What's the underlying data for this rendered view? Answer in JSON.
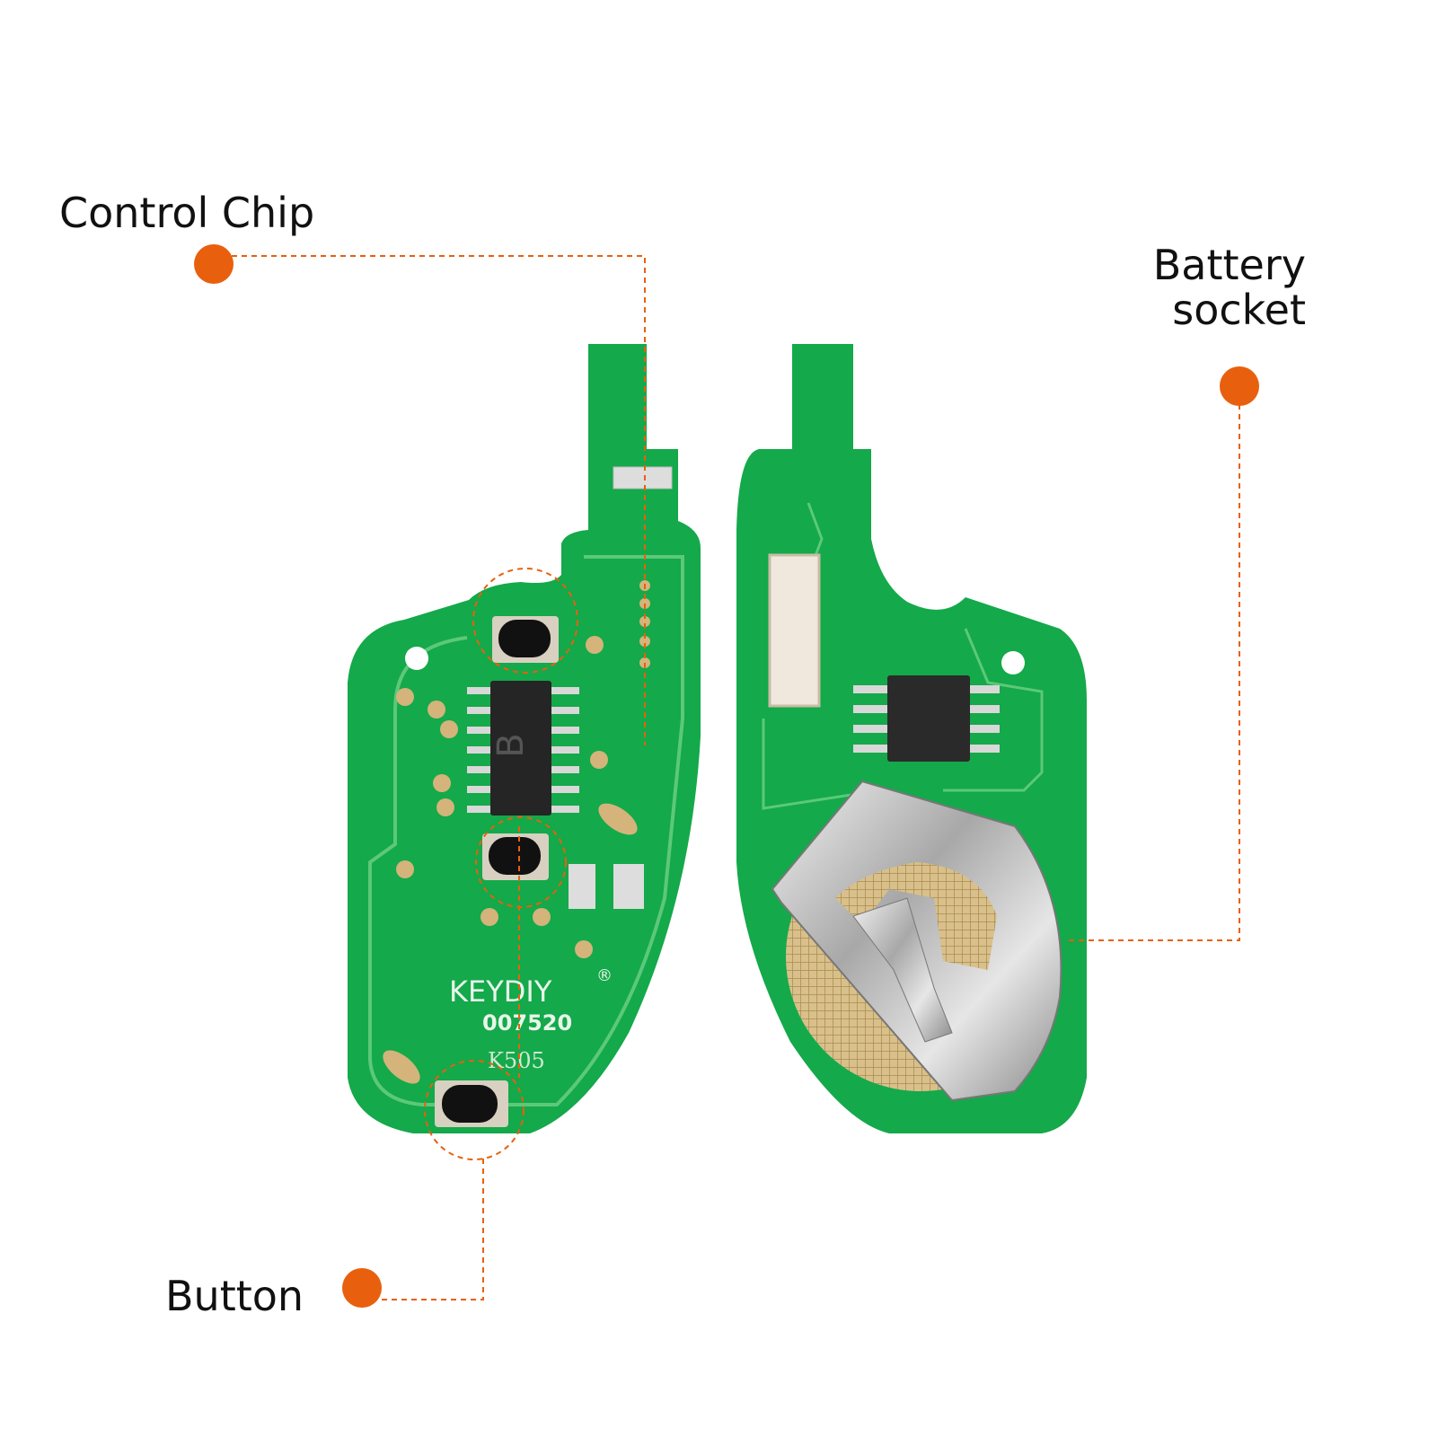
{
  "callouts": {
    "control_chip": "Control Chip",
    "battery_socket_line1": "Battery",
    "battery_socket_line2": "socket",
    "button": "Button"
  },
  "pcb_markings": {
    "brand": "KEYDIY",
    "registered": "®",
    "serial": "007520",
    "model": "K505",
    "chip_mark": "B"
  },
  "colors": {
    "accent": "#e8600e",
    "pcb": "#14a94a",
    "trace": "#5cc87a"
  }
}
